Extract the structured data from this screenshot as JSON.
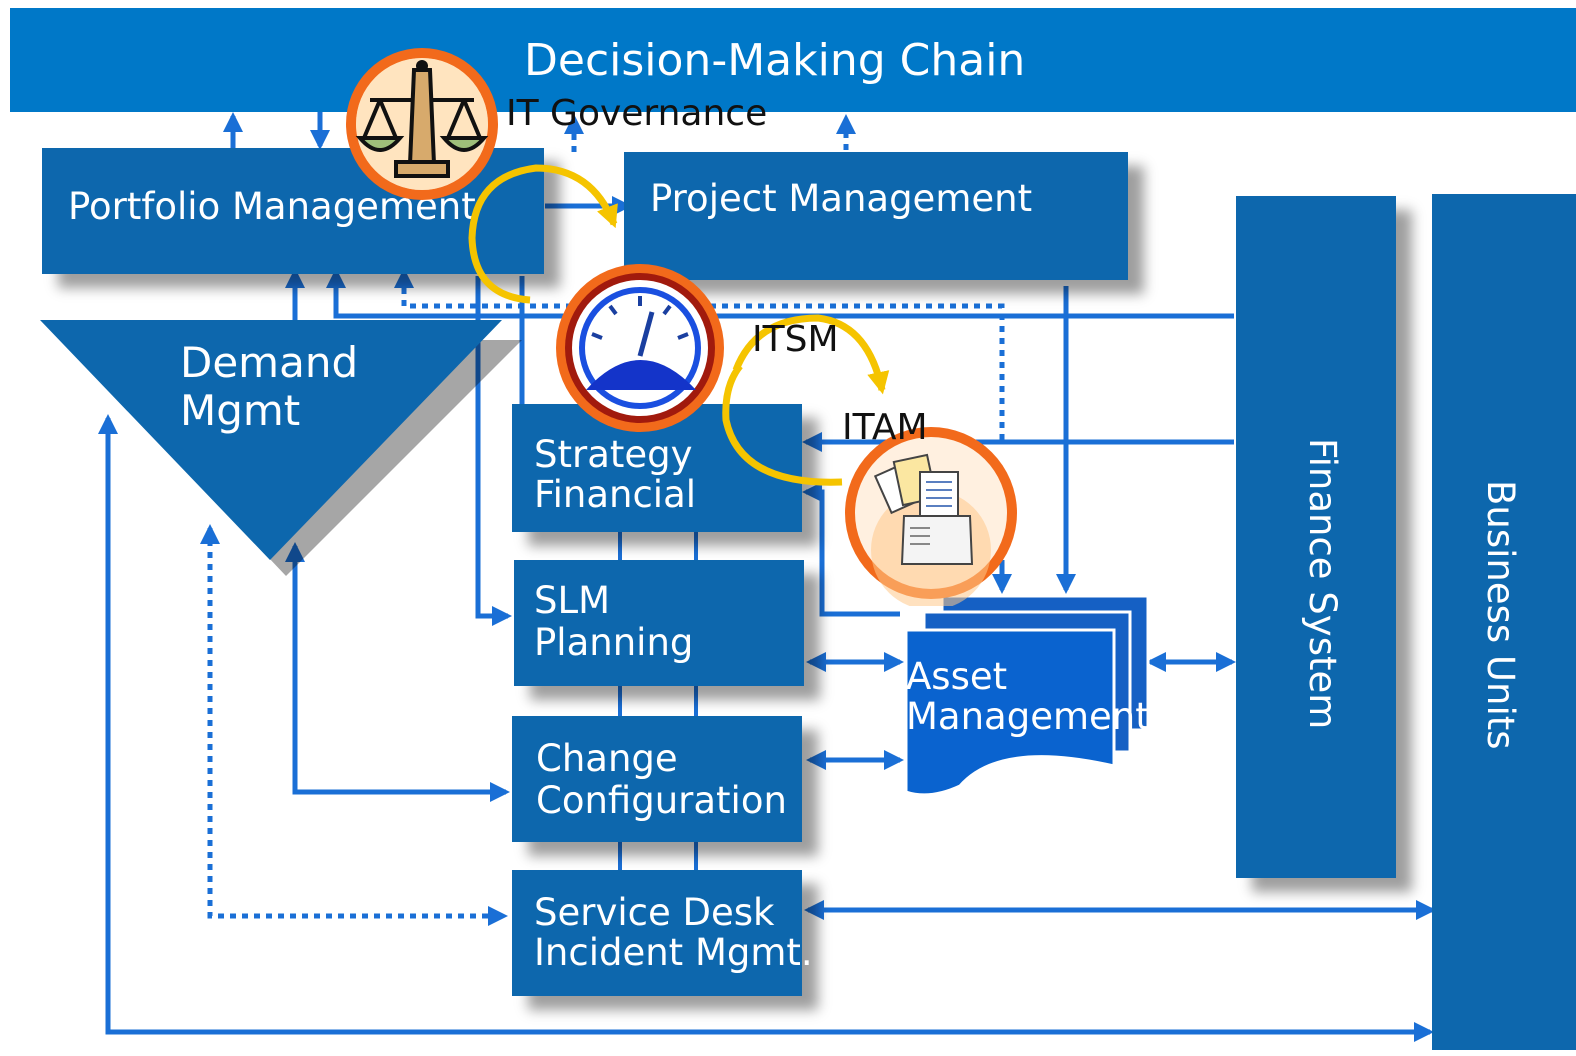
{
  "header": {
    "title": "Decision-Making Chain"
  },
  "labels": {
    "it_governance": "IT Governance",
    "itsm": "ITSM",
    "itam": "ITAM"
  },
  "boxes": {
    "portfolio": "Portfolio Management",
    "project": "Project Management",
    "demand_line1": "Demand",
    "demand_line2": "Mgmt",
    "strategy_line1": "Strategy",
    "strategy_line2": "Financial",
    "slm_line1": "SLM",
    "slm_line2": "Planning",
    "change_line1": "Change",
    "change_line2": "Configuration",
    "service_line1": "Service Desk",
    "service_line2": "Incident Mgmt.",
    "asset_line1": "Asset",
    "asset_line2": "Management",
    "finance": "Finance System",
    "business": "Business Units"
  },
  "icons": {
    "governance": "scales-of-justice-icon",
    "itsm": "gauge-icon",
    "itam": "printer-documents-icon"
  },
  "colors": {
    "box_blue": "#0d67ad",
    "header_blue": "#0078c8",
    "arrow_blue": "#1a6fd6",
    "ring_orange": "#f26a1b",
    "cycle_yellow": "#f5c400"
  }
}
